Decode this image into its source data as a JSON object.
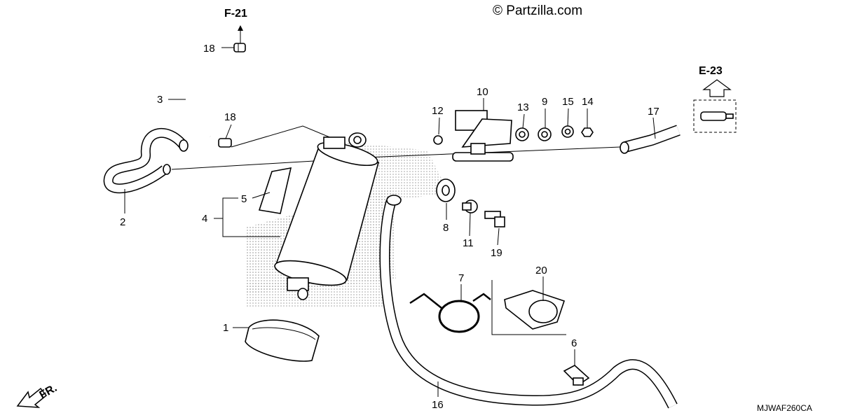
{
  "watermark": "© Partzilla.com",
  "diagram_code": "MJWAF260CA",
  "direction_label": "FR.",
  "refs": {
    "f21": "F-21",
    "e23": "E-23"
  },
  "callouts": {
    "c1": "1",
    "c2": "2",
    "c3": "3",
    "c4": "4",
    "c5": "5",
    "c6": "6",
    "c7": "7",
    "c8": "8",
    "c9": "9",
    "c10": "10",
    "c11": "11",
    "c12": "12",
    "c13": "13",
    "c14": "14",
    "c15": "15",
    "c16": "16",
    "c17": "17",
    "c18a": "18",
    "c18b": "18",
    "c19": "19",
    "c20": "20"
  }
}
